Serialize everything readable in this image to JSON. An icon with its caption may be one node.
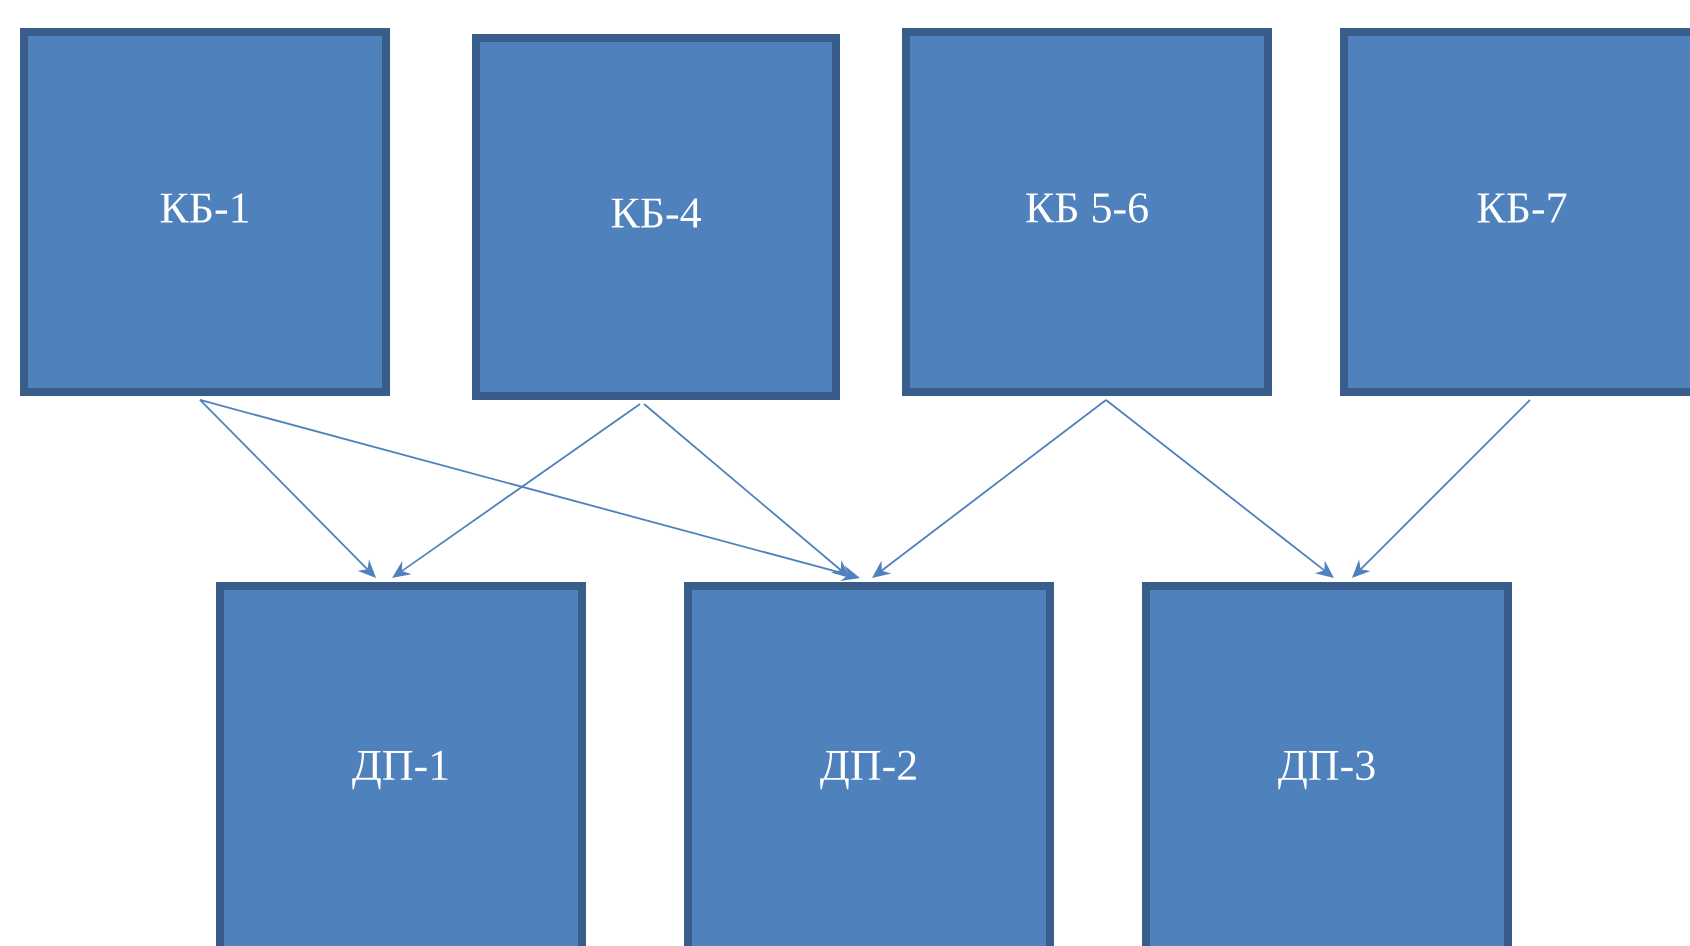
{
  "diagram": {
    "nodes": [
      {
        "text": [
          "КБ-1"
        ]
      },
      {
        "text": [
          "КБ-4"
        ]
      },
      {
        "text": [
          "КБ 5-6"
        ]
      },
      {
        "text": [
          "КБ-7"
        ]
      },
      {
        "text": [
          "ДП-1"
        ]
      },
      {
        "text": [
          "ДП-2"
        ]
      },
      {
        "text": [
          "ДП-3"
        ]
      }
    ],
    "edges": [
      {
        "from": 0,
        "to": 4,
        "arrow": "to"
      },
      {
        "from": 0,
        "to": 5,
        "arrow": "to"
      },
      {
        "from": 1,
        "to": 4,
        "arrow": "to"
      },
      {
        "from": 1,
        "to": 5,
        "arrow": "to"
      },
      {
        "from": 2,
        "to": 5,
        "arrow": "to"
      },
      {
        "from": 2,
        "to": 6,
        "arrow": "to"
      },
      {
        "from": 3,
        "to": 6,
        "arrow": "to"
      }
    ]
  }
}
